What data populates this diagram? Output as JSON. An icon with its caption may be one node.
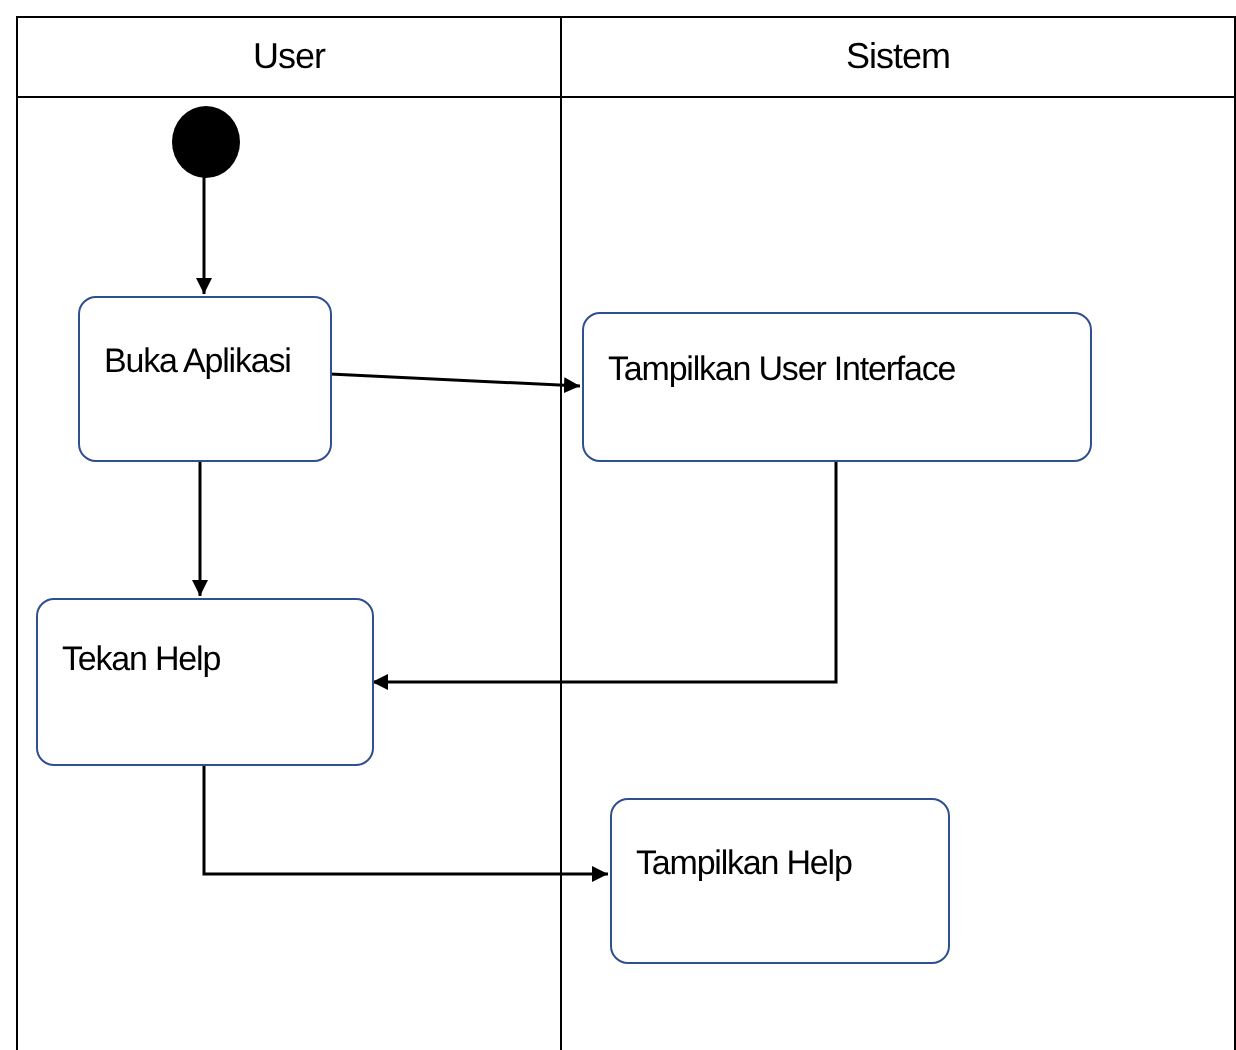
{
  "diagram": {
    "nodes": [
      {
        "text": [
          "User"
        ]
      },
      {
        "text": [
          "Sistem"
        ]
      },
      {
        "text": [],
        "shape": "circle",
        "in": 0
      },
      {
        "text": [
          "Buka Aplikasi"
        ],
        "in": 0
      },
      {
        "text": [
          "Tampilkan User Interface"
        ],
        "in": 1
      },
      {
        "text": [
          "Tekan Help"
        ],
        "in": 0
      },
      {
        "text": [
          "Tampilkan Help"
        ],
        "in": 1
      }
    ],
    "edges": [
      {
        "from": 2,
        "to": 3,
        "arrow": "to"
      },
      {
        "from": 3,
        "to": 4,
        "arrow": "to"
      },
      {
        "from": 3,
        "to": 5,
        "arrow": "to"
      },
      {
        "from": 4,
        "to": 5,
        "arrow": "to"
      },
      {
        "from": 5,
        "to": 6,
        "arrow": "to"
      }
    ]
  }
}
